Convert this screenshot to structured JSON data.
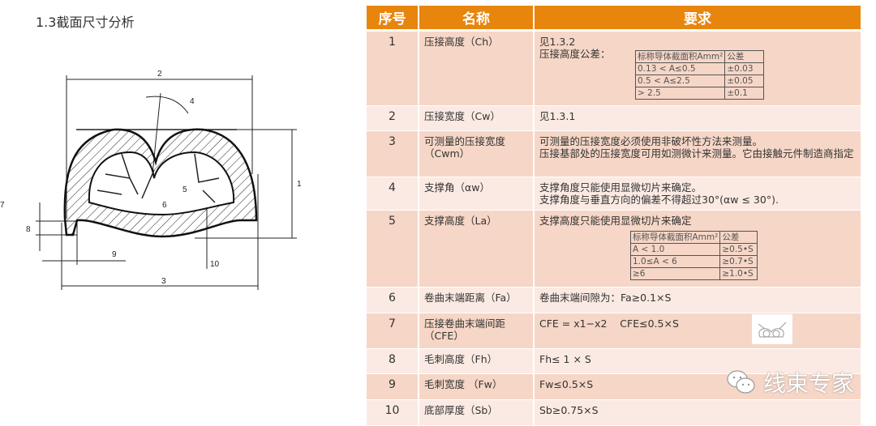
{
  "title": "1.3截面尺寸分析",
  "diagram": {
    "labels": [
      "1",
      "2",
      "3",
      "4",
      "5",
      "6",
      "7",
      "8",
      "9",
      "10"
    ]
  },
  "table": {
    "headers": [
      "序号",
      "名称",
      "要求"
    ],
    "rows": [
      {
        "no": "1",
        "name": "压接高度（Ch）",
        "req": [
          "见1.3.2",
          "压接高度公差："
        ],
        "sub": {
          "headers": [
            "标称导体截面积Amm²",
            "公差"
          ],
          "rows": [
            [
              "0.13 < A≤0.5",
              "±0.03"
            ],
            [
              "0.5 < A≤2.5",
              "±0.05"
            ],
            [
              "> 2.5",
              "±0.1"
            ]
          ]
        }
      },
      {
        "no": "2",
        "name": "压接宽度（Cw）",
        "req": [
          "见1.3.1"
        ]
      },
      {
        "no": "3",
        "name": "可测量的压接宽度（Cwm）",
        "req": [
          "可测量的压接宽度必须使用非破坏性方法来测量。",
          "压接基部处的压接宽度可用如测微计来测量。它由接触元件制造商指定"
        ]
      },
      {
        "no": "4",
        "name": "支撑角（αw）",
        "req": [
          "支撑角度只能使用显微切片来确定。",
          "支撑角度与垂直方向的偏差不得超过30°(αw ≤ 30°)."
        ]
      },
      {
        "no": "5",
        "name": "支撑高度（La）",
        "req": [
          "支撑高度只能使用显微切片来确定"
        ],
        "sub": {
          "headers": [
            "标称导体截面积Amm²",
            "公差"
          ],
          "rows": [
            [
              "A < 1.0",
              "≥0.5•S"
            ],
            [
              "1.0≤A < 6",
              "≥0.7•S"
            ],
            [
              "≥6",
              "≥1.0•S"
            ]
          ]
        }
      },
      {
        "no": "6",
        "name": "卷曲末端距离（Fa）",
        "req": [
          "卷曲末端间隙为：Fa≥0.1×S"
        ]
      },
      {
        "no": "7",
        "name": "压接卷曲末端间距（CFE）",
        "req": [
          "CFE = x1−x2    CFE≤0.5×S"
        ]
      },
      {
        "no": "8",
        "name": "毛刺高度（Fh）",
        "req": [
          "Fh≤ 1 × S"
        ]
      },
      {
        "no": "9",
        "name": "毛刺宽度 （Fw）",
        "req": [
          "Fw≤0.5×S"
        ]
      },
      {
        "no": "10",
        "name": "底部厚度（Sb）",
        "req": [
          "Sb≥0.75×S"
        ]
      }
    ]
  },
  "watermark": {
    "text": "线束专家",
    "icon": "wechat-icon"
  },
  "colors": {
    "header": "#E8850D",
    "row_dark": "#F6D6C6",
    "row_light": "#FBEAE3"
  }
}
